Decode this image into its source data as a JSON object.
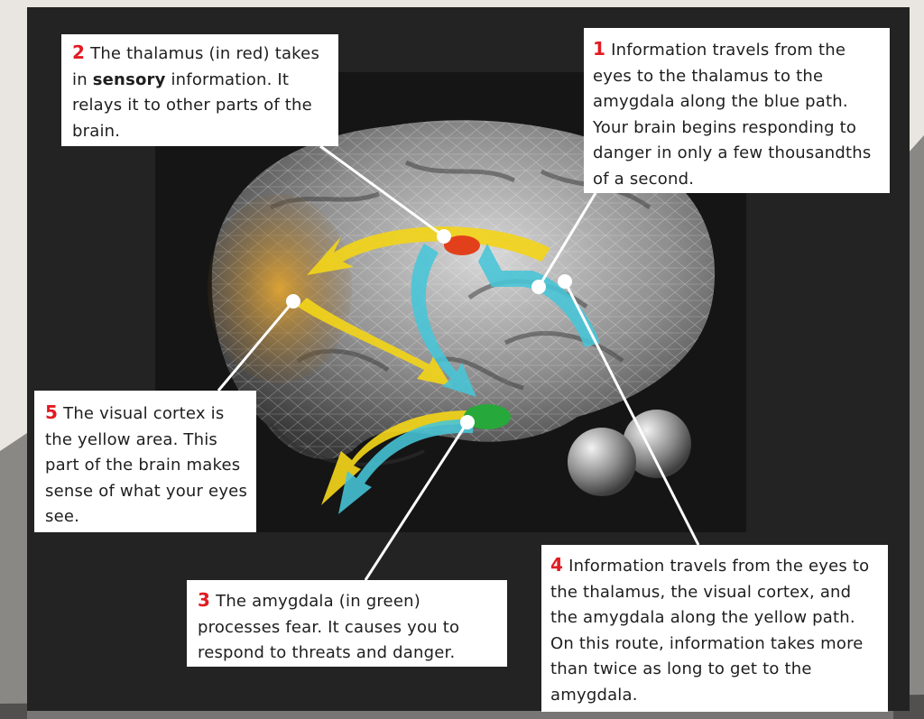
{
  "callouts": {
    "c1": {
      "number": "1",
      "text": "Information travels from the eyes to the thalamus to the amygdala along the blue path. Your brain begins responding to danger in only a few thousandths of a second."
    },
    "c2": {
      "number": "2",
      "text_before": "The thalamus (in red) takes in ",
      "highlight": "sensory",
      "text_after": " information. It relays it to other parts of the brain."
    },
    "c3": {
      "number": "3",
      "text": "The amygdala (in green) processes fear. It causes you to respond to threats and danger."
    },
    "c4": {
      "number": "4",
      "text": "Information travels from the eyes to the thalamus, the visual cortex, and the amygdala along the yellow path. On this route, information takes more than twice as long to get to the amygdala."
    },
    "c5": {
      "number": "5",
      "text": "The visual cortex is the yellow area. This part of the brain makes sense of what your eyes see."
    }
  },
  "colors": {
    "number": "#e11b22",
    "blue_path": "#47c6d8",
    "yellow_path": "#f2d41a",
    "thalamus": "#e2401b",
    "amygdala": "#27a83a",
    "visual_cortex": "#c98a2a",
    "panel": "#232323",
    "callout_bg": "#ffffff"
  }
}
